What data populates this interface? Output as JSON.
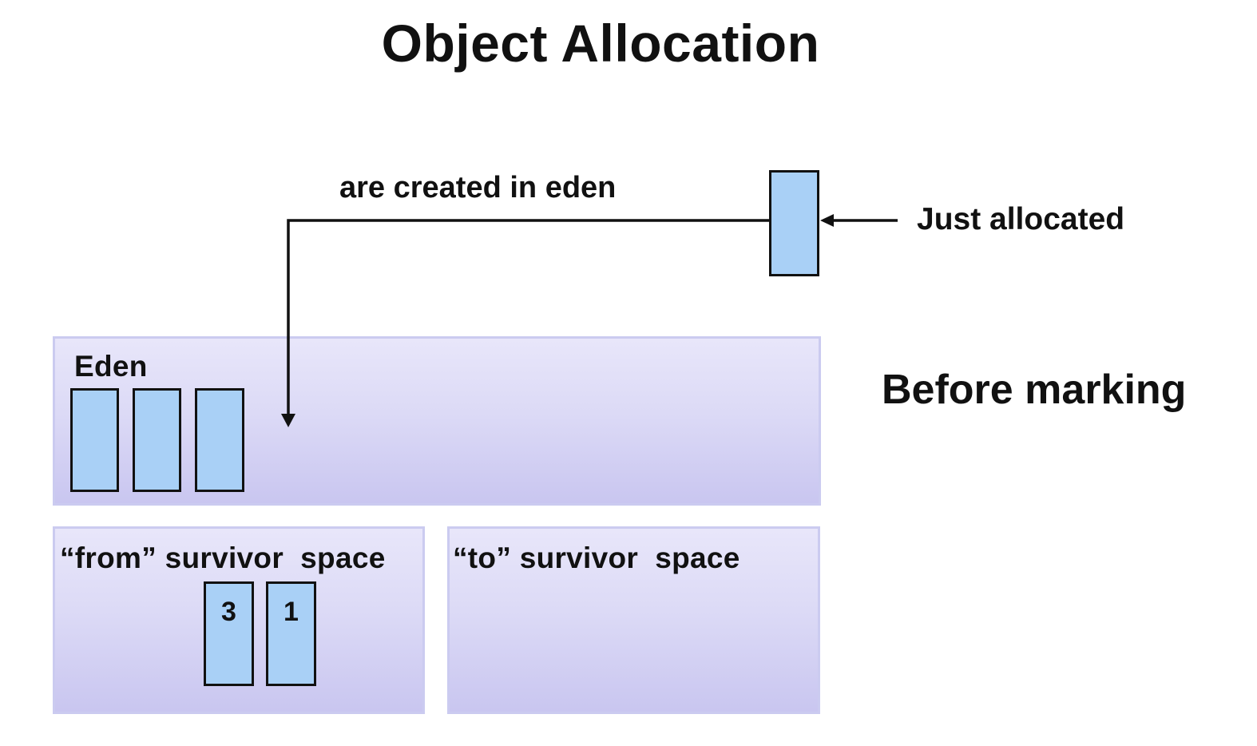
{
  "title": "Object Allocation",
  "annotation": "are created in eden",
  "just_allocated_label": "Just allocated",
  "state_label": "Before marking",
  "eden": {
    "label": "Eden",
    "objects": [
      "",
      "",
      ""
    ]
  },
  "from_space": {
    "label": "“from” survivor  space",
    "objects": [
      "3",
      "1"
    ]
  },
  "to_space": {
    "label": "“to” survivor  space"
  },
  "colors": {
    "object_fill": "#a9d0f6",
    "region_fill": "#dcdaf6",
    "region_border": "#cbcbf0"
  }
}
